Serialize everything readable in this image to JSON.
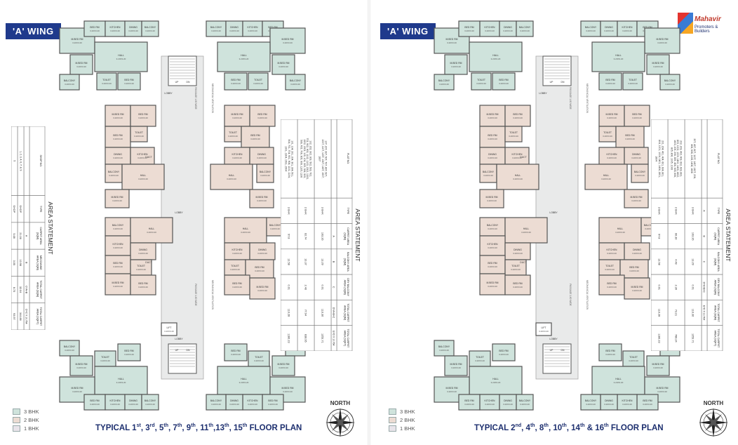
{
  "brand": {
    "name": "Mahavir",
    "tagline": "Promoters & Builders"
  },
  "legend": [
    {
      "label": "3 BHK",
      "color": "#cfe3dc"
    },
    {
      "label": "2 BHK",
      "color": "#ecdcd3"
    },
    {
      "label": "1 BHK",
      "color": "#e8e4ea"
    }
  ],
  "north_label": "NORTH",
  "left": {
    "wing": "'A' WING",
    "title": {
      "prefix": "TYPICAL 1",
      "p1": "st",
      "a": ", 3",
      "p2": "rd",
      "b": ", 5",
      "p3": "th",
      "c": ", 7",
      "p4": "th",
      "d": ", 9",
      "p5": "th",
      "e": ", 11",
      "p6": "th",
      "f": ",13",
      "p7": "th",
      "g": ", 15",
      "p8": "th",
      "suffix": "  FLOOR PLAN"
    },
    "area_statement": {
      "heading": "AREA STATEMENT",
      "columns": [
        "FLAT NO.",
        "TYPE",
        "CARPET AREA (SQM)",
        "BALCONY AREA (SQM)",
        "DRY BALCONY AREA (SQM)",
        "TOTAL CARPET AREA (SQM)",
        "TOTAL CARPET AREA (SQFT)"
      ],
      "letters": [
        "",
        "",
        "A",
        "B",
        "C",
        "D=A+B+C",
        "E=D X 10.764"
      ],
      "rows": [
        [
          "107, 207, 307, 507, 707, 807, 907, 1007, 1107, 1207, 1307, 1407, 1507, 1607",
          "3 BHK",
          "103.26",
          "13.29",
          "0.91",
          "116.36",
          "1252.71"
        ],
        [
          "102, 202, 302, 303, 502, 503, 702, 703, 902, 903, 1102, 1103, 1302, 1303, 1502, 1503, 105, 106, 305, 306, 505, 506, 705, 706, 905, 906, 1105, 1106",
          "2 BHK",
          "62.74",
          "10.37",
          "2.46",
          "77.94",
          "838.95"
        ],
        [
          "101, 104, 201, 204, 301, 304, 501, 504, 701, 704, 901, 904, 1101, 1104, 1301, 1304, 1501, 1504",
          "3 BHK",
          "97.8",
          "12.58",
          "0.91",
          "110.28",
          "1186.23"
        ]
      ]
    },
    "shop_statement": {
      "heading": "AREA STATEMENT",
      "columns": [
        "SHOP NO.",
        "TYPE",
        "CARPET AREA (SQM)",
        "MEZZANINE AREA (SQM)",
        "TOTAL CARPET AREA (SQM)",
        "TOTAL CARPET AREA (SQFT)"
      ],
      "letters": [
        "",
        "",
        "A",
        "B",
        "C=A+B",
        "D=C X 10.764"
      ],
      "rows": [
        [
          "1, 2, 3, 4, 6, 7, 8, 9",
          "SHOP",
          "21.06",
          "10.98",
          "32.04",
          "344.88"
        ],
        [
          "5",
          "SHOP",
          "5.68",
          "3.05",
          "8.73",
          "93.97"
        ]
      ]
    }
  },
  "right": {
    "wing": "'A' WING",
    "title": {
      "prefix": "TYPICAL 2",
      "p1": "nd",
      "a": ", 4",
      "p2": "th",
      "b": ", 8",
      "p3": "th",
      "c": ", 10",
      "p4": "th",
      "d": ", 14",
      "p5": "th",
      "e": " & 16",
      "p6": "th",
      "suffix": " FLOOR PLAN"
    },
    "area_statement": {
      "heading": "AREA STATEMENT",
      "columns": [
        "FLAT NO.",
        "TYPE",
        "CARPET AREA (SQM)",
        "BALCONY AREA (SQM)",
        "DRY BALCONY AREA (SQM)",
        "TOTAL CARPET AREA (SQM)",
        "TOTAL CARPET AREA (SQFT)"
      ],
      "letters": [
        "",
        "A",
        "B",
        "C",
        "D=A+B+C",
        "E=D X 10.764"
      ],
      "rows": [
        [
          "207, 407, 607, 1107, 1407, 1607, 208, 408, 608, 1108, 1408, 1608",
          "3 BHK",
          "103.26",
          "13.29",
          "0.91",
          "116.36",
          "1252.71"
        ],
        [
          "202, 203, 402, 403, 602, 603, 802, 803, 1002, 1003, 1402, 1403, 1602, 1603, 205, 206, 405, 406, 605, 606, 805, 806, 1005, 1006",
          "2 BHK",
          "66.36",
          "4.48",
          "2.39",
          "73.21",
          "788.24"
        ],
        [
          "201, 204, 401, 404, 601, 604, 801, 804, 1001, 1004, 1401, 1404, 1601, 1604",
          "3 BHK",
          "97.8",
          "12.58",
          "0.91",
          "110.28",
          "1186.23"
        ]
      ]
    }
  },
  "plan_labels": {
    "lobby": "LOBBY",
    "duct": "DUCT",
    "lift": "LIFT",
    "up": "UP",
    "dn": "DN",
    "passage": "PASSAGE 1.80 WIDE",
    "mech": "MECHANICAL VENTILATION",
    "hall": "HALL",
    "kitchen": "KITCHEN",
    "dining": "DINING",
    "balcony": "BALCONY",
    "bed": "BED RM",
    "mbed": "M.BED RM",
    "toilet": "TOILET",
    "wc": "W/C",
    "dry": "DRY BALCONY",
    "dim": "3.20X3.20"
  }
}
